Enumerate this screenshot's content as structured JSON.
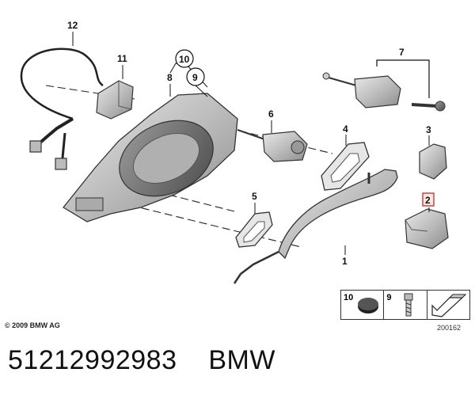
{
  "diagram": {
    "callouts": [
      {
        "id": "12",
        "label": "12"
      },
      {
        "id": "11",
        "label": "11"
      },
      {
        "id": "10",
        "label": "10"
      },
      {
        "id": "9",
        "label": "9"
      },
      {
        "id": "8",
        "label": "8"
      },
      {
        "id": "7",
        "label": "7"
      },
      {
        "id": "6",
        "label": "6"
      },
      {
        "id": "4",
        "label": "4"
      },
      {
        "id": "3",
        "label": "3"
      },
      {
        "id": "2",
        "label": "2"
      },
      {
        "id": "5",
        "label": "5"
      },
      {
        "id": "1",
        "label": "1"
      }
    ],
    "highlighted_callout": "2"
  },
  "legend": {
    "items": [
      "10",
      "9"
    ]
  },
  "copyright": "© 2009 BMW AG",
  "drawing_number": "200162",
  "footer": {
    "part_number": "51212992983",
    "brand": "BMW"
  },
  "colors": {
    "part_fill": "#c8c8c8",
    "part_stroke": "#3a3a3a",
    "highlight_box": "#d0443a",
    "leader": "#111111"
  }
}
